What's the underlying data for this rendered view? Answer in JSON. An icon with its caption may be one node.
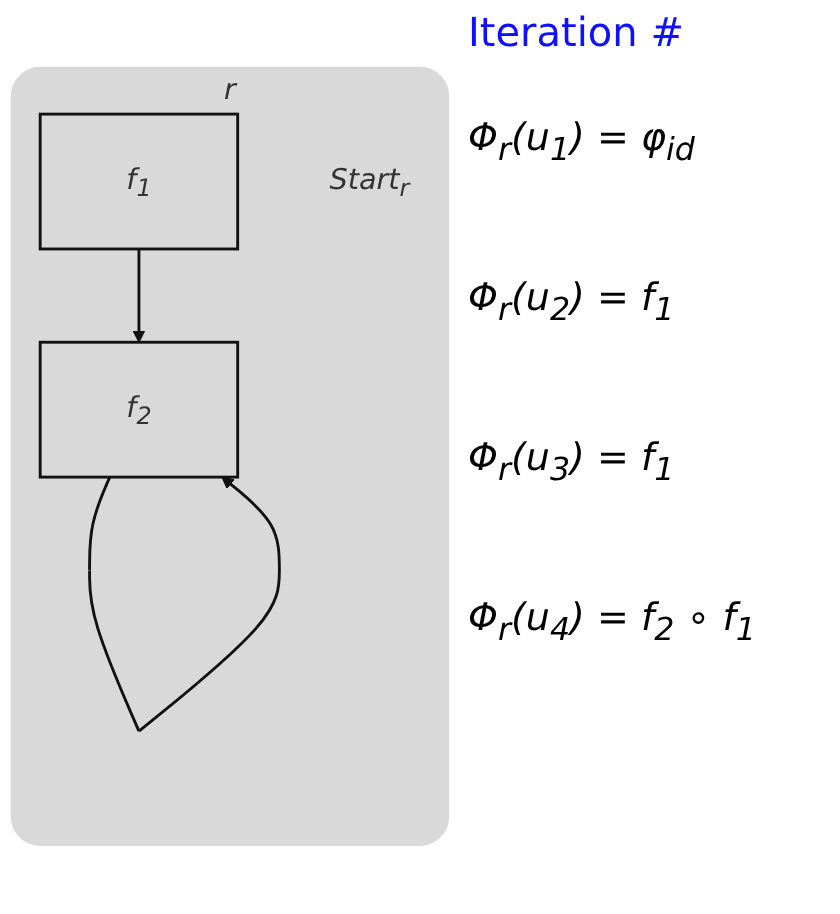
{
  "diagram": {
    "nodes": [
      {
        "text": [
          "r"
        ]
      },
      {
        "text": [
          "f$_{1}$"
        ],
        "in": 0,
        "beside": [
          "Start$_{r}$"
        ]
      },
      {
        "text": [
          "f$_{2}$"
        ],
        "in": 0
      }
    ],
    "edges": [
      {
        "from": 1,
        "to": 2,
        "arrow": "to"
      },
      {
        "from": 2,
        "to": 2,
        "arrow": "to"
      }
    ],
    "labels": [
      "Iteration #",
      "Φ$_{r}$(u$_{1}$) = φ$_{id}$",
      "Φ$_{r}$(u$_{2}$) = f$_{1}$",
      "Φ$_{r}$(u$_{3}$) = f$_{1}$",
      "Φ$_{r}$(u$_{4}$) = f$_{2}$ ∘ f$_{1}$"
    ]
  }
}
